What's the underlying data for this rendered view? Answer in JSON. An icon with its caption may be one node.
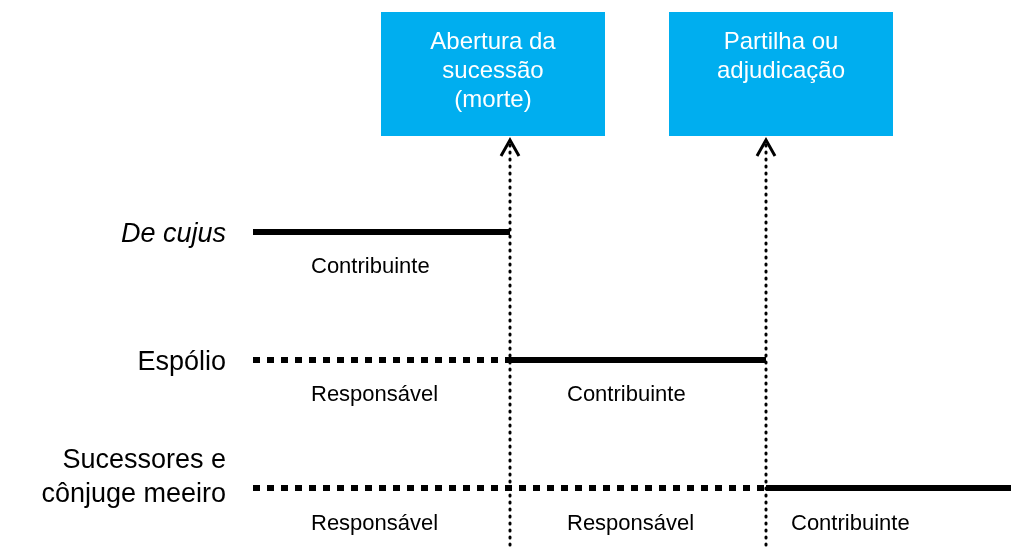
{
  "diagram": {
    "nodes": [
      {
        "text": [
          "Abertura da sucessão (morte)"
        ]
      },
      {
        "text": [
          "Partilha ou adjudicação"
        ]
      }
    ],
    "edges": [
      {
        "from": null,
        "to": 0,
        "arrow": "to",
        "style": "dashed"
      },
      {
        "from": null,
        "to": 1,
        "arrow": "to",
        "style": "dashed"
      }
    ],
    "labels": [
      "De cujus",
      "Contribuinte",
      "Espólio",
      "Responsável",
      "Contribuinte",
      "Sucessores e cônjuge meeiro",
      "Responsável",
      "Responsável",
      "Contribuinte"
    ]
  }
}
